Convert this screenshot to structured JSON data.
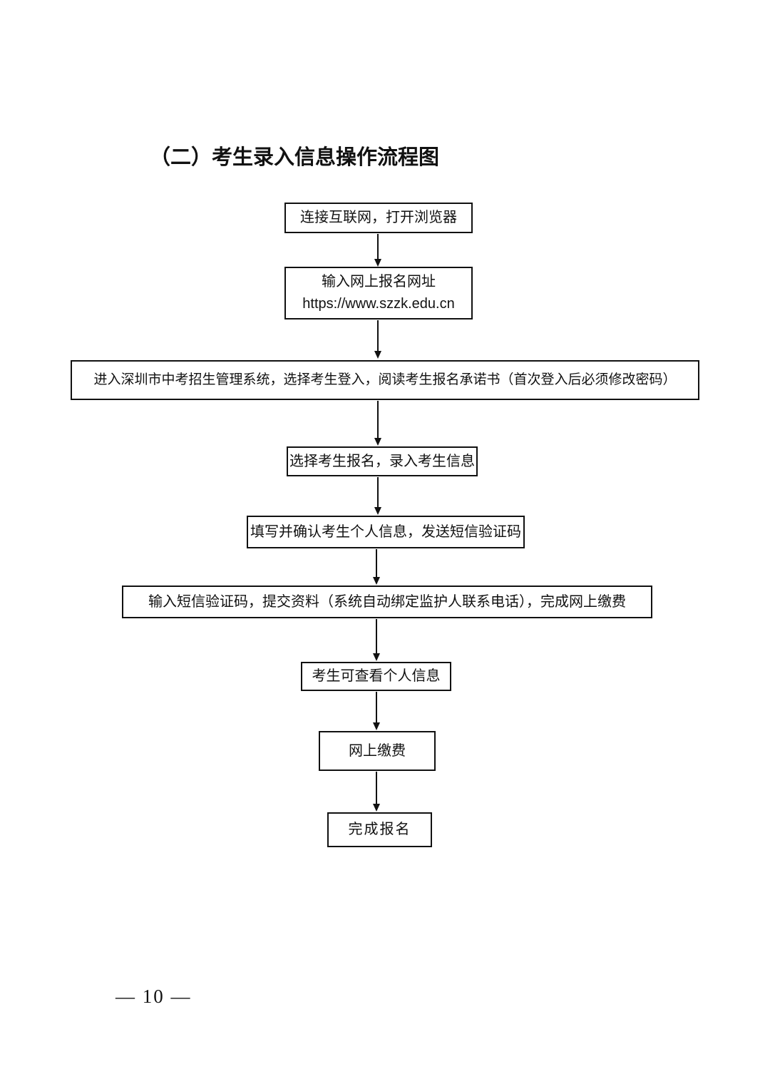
{
  "colors": {
    "ink": "#111111",
    "paper": "#ffffff"
  },
  "document": {
    "section_title": "（二）考生录入信息操作流程图",
    "page_number": "10",
    "footer_display": "— 10 —"
  },
  "flowchart": {
    "type": "flowchart",
    "direction": "top-down",
    "nodes": [
      {
        "id": "connect-internet",
        "text": "连接互联网，打开浏览器"
      },
      {
        "id": "enter-url",
        "text": "输入网上报名网址",
        "url": "https://www.szzk.edu.cn"
      },
      {
        "id": "login-system",
        "text": "进入深圳市中考招生管理系统，选择考生登入，阅读考生报名承诺书（首次登入后必须修改密码）"
      },
      {
        "id": "select-registration",
        "text": "选择考生报名，录入考生信息"
      },
      {
        "id": "fill-confirm-info",
        "text": "填写并确认考生个人信息，发送短信验证码"
      },
      {
        "id": "submit-materials",
        "text": "输入短信验证码，提交资料（系统自动绑定监护人联系电话），完成网上缴费"
      },
      {
        "id": "view-personal-info",
        "text": "考生可查看个人信息"
      },
      {
        "id": "pay-online",
        "text": "网上缴费"
      },
      {
        "id": "finish-registration",
        "text": "完成报名"
      }
    ]
  }
}
